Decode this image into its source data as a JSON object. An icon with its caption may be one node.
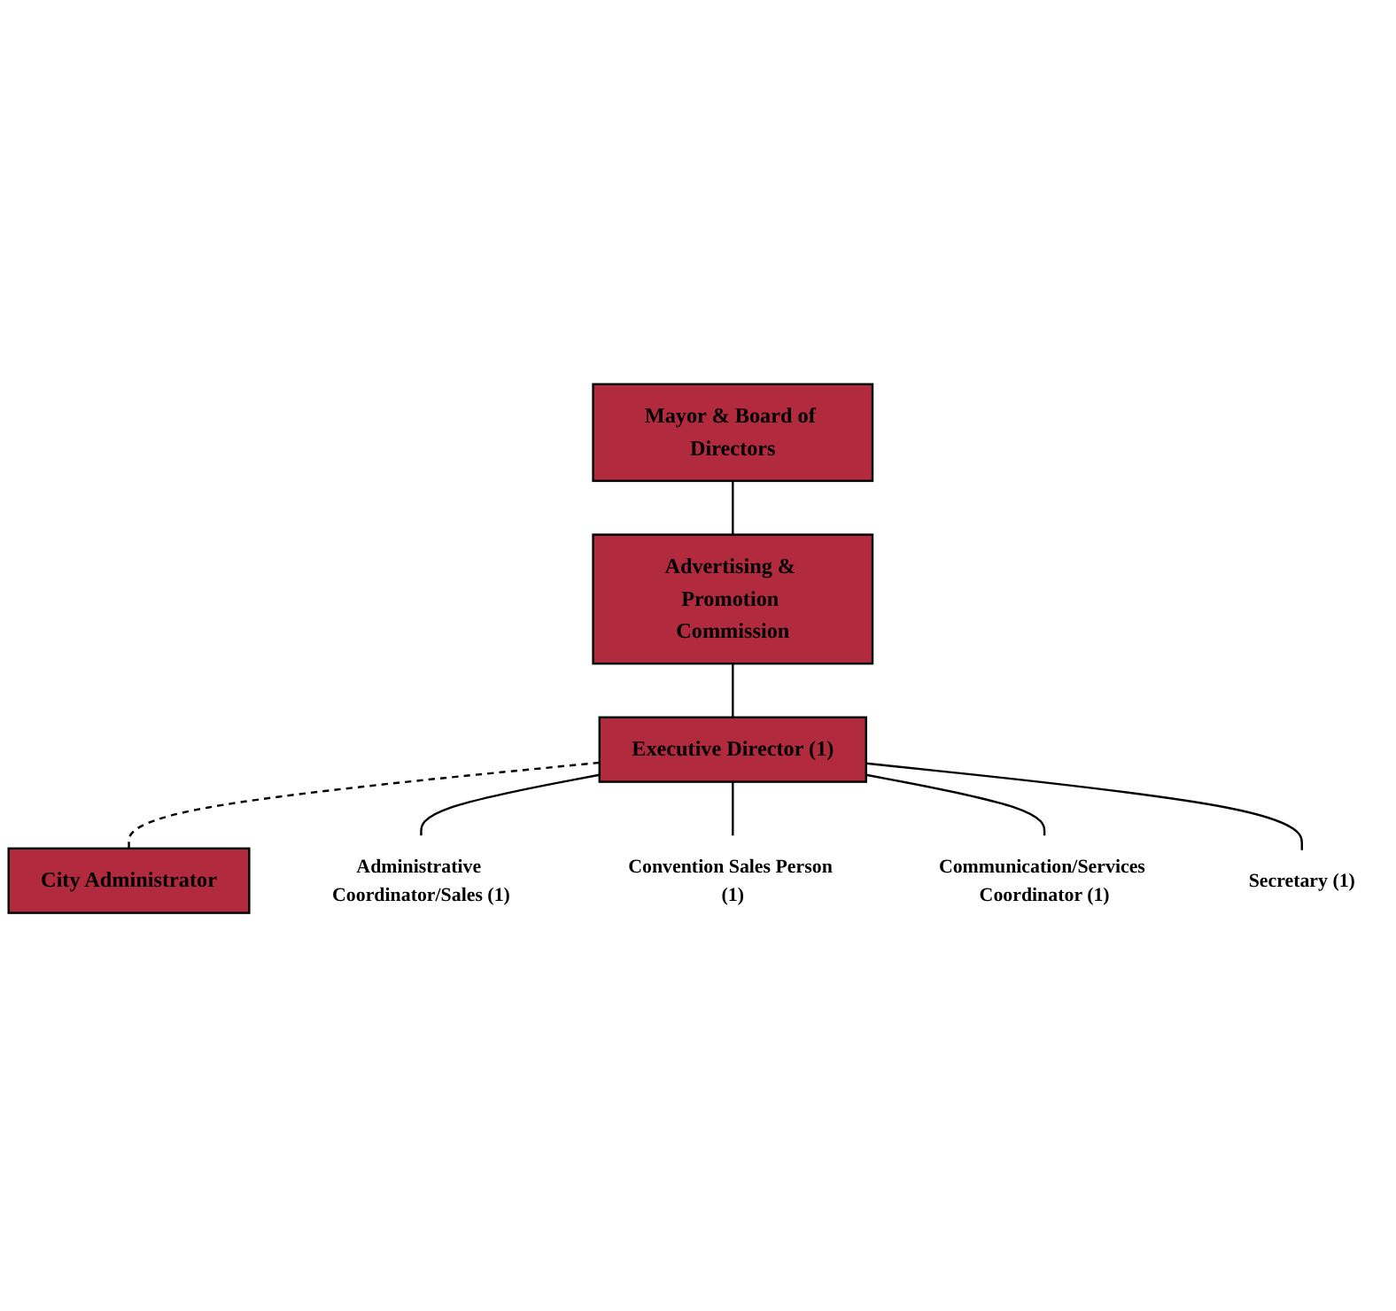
{
  "diagram": {
    "nodes": [
      {
        "text": [
          "Mayor & Board of Directors"
        ]
      },
      {
        "text": [
          "Advertising & Promotion Commission"
        ]
      },
      {
        "text": [
          "Executive Director (1)"
        ]
      },
      {
        "text": [
          "City Administrator"
        ]
      },
      {
        "text": [
          "Administrative Coordinator/Sales (1)"
        ]
      },
      {
        "text": [
          "Convention Sales Person (1)"
        ]
      },
      {
        "text": [
          "Communication/Services Coordinator (1)"
        ]
      },
      {
        "text": [
          "Secretary (1)"
        ]
      }
    ],
    "edges": [
      {
        "from": 0,
        "to": 1,
        "arrow": "none"
      },
      {
        "from": 1,
        "to": 2,
        "arrow": "none"
      },
      {
        "from": 2,
        "to": 3,
        "arrow": "none",
        "style": "dashed"
      },
      {
        "from": 2,
        "to": 4,
        "arrow": "none"
      },
      {
        "from": 2,
        "to": 5,
        "arrow": "none"
      },
      {
        "from": 2,
        "to": 6,
        "arrow": "none"
      },
      {
        "from": 2,
        "to": 7,
        "arrow": "none"
      }
    ]
  }
}
